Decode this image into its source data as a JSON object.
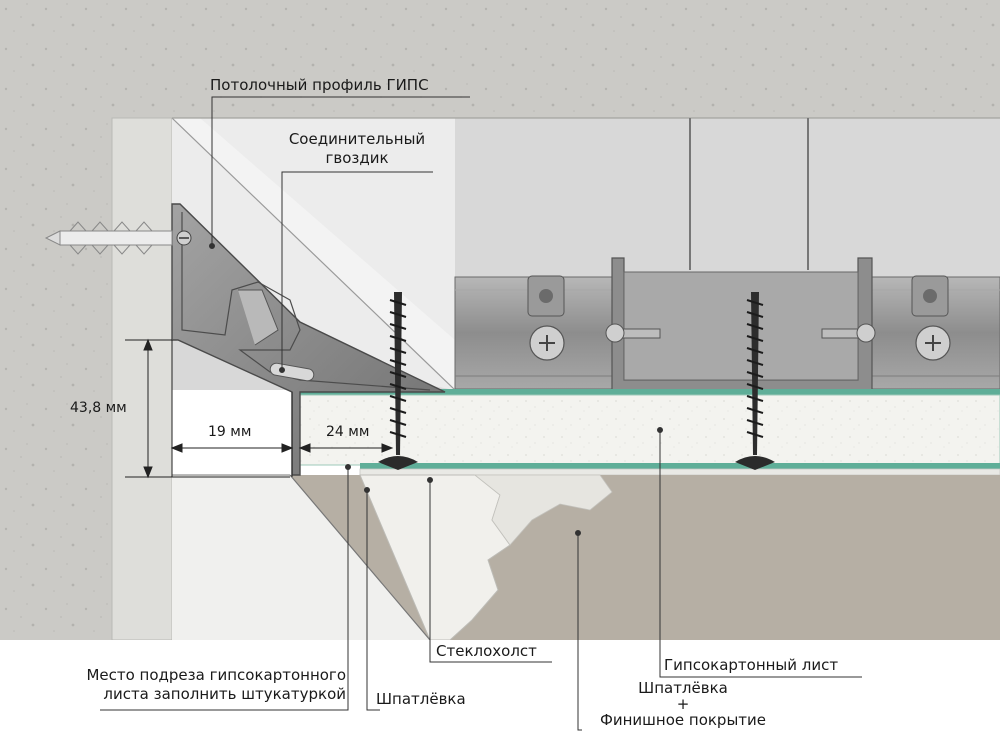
{
  "labels": {
    "ceiling_profile": "Потолочный профиль ГИПС",
    "nail_line1": "Соединительный",
    "nail_line2": "гвоздик",
    "fiberglass": "Стеклохолст",
    "drywall_sheet": "Гипсокартонный лист",
    "cut_line1": "Место подреза гипсокартонного",
    "cut_line2": "листа заполнить штукатуркой",
    "putty": "Шпатлёвка",
    "putty2": "Шпатлёвка",
    "plus": "+",
    "finish": "Финишное покрытие"
  },
  "dimensions": {
    "height": "43,8 мм",
    "width1": "19 мм",
    "width2": "24 мм"
  },
  "colors": {
    "concrete": "#c9c8c4",
    "wall_face": "#d9d8d4",
    "ceiling_void": "#d6d6d6",
    "drywall": "#f2f2ee",
    "fiberglass": "#5fae98",
    "finish": "#b4ada2",
    "profile": "#8e8e8e",
    "metal": "#9a9a9a",
    "line": "#333333"
  }
}
